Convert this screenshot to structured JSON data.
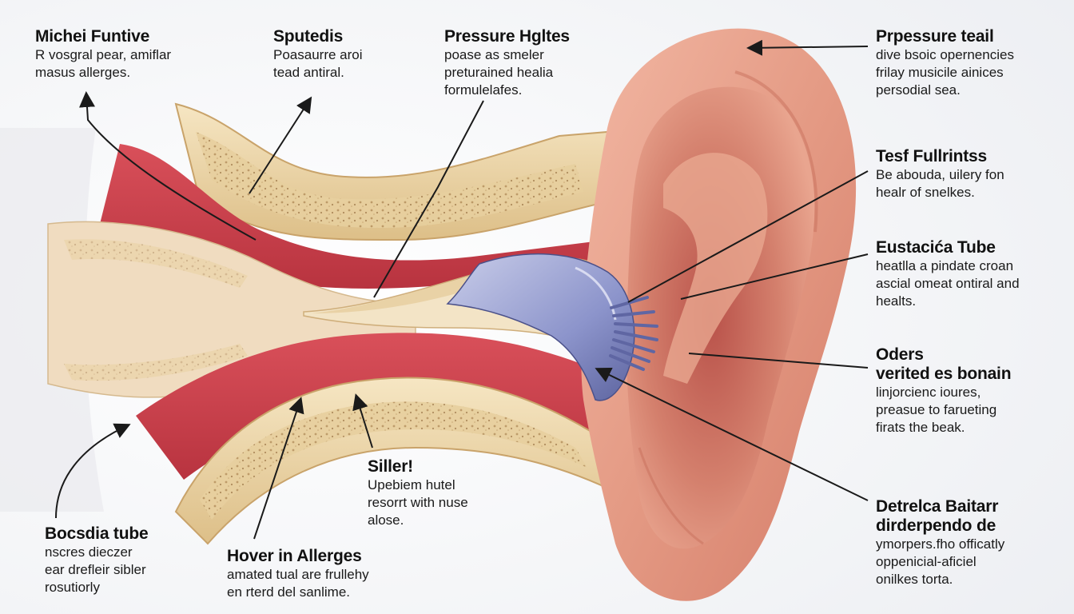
{
  "labels": {
    "top_left": {
      "title": "Michei Funtive",
      "lines": [
        "R vosgral pear, amiflar",
        "masus allerges."
      ]
    },
    "top_second": {
      "title": "Sputedis",
      "lines": [
        "Poasaurre aroi",
        "tead antiral."
      ]
    },
    "top_center": {
      "title": "Pressure Hgltes",
      "lines": [
        "poase as smeler",
        "preturained healia",
        "formulelafes."
      ]
    },
    "top_right": {
      "title": "Prpessure teail",
      "lines": [
        "dive bsoic opernencies",
        "frilay musicile ainices",
        "persodial sea."
      ]
    },
    "right_1": {
      "title": "Tesf Fullrintss",
      "lines": [
        "Be abouda, uilery fon",
        "healr of snelkes."
      ]
    },
    "right_2": {
      "title": "Eustacića Tube",
      "lines": [
        "heatlla a pindate croan",
        "ascial omeat ontiral and",
        "healts."
      ]
    },
    "right_3": {
      "title_lines": [
        "Oders",
        "verited es bonain"
      ],
      "lines": [
        "linjorcienc ioures,",
        "preasue to faruеting",
        "firats the beak."
      ]
    },
    "bottom_right": {
      "title_lines": [
        "Detrelca Baitarr",
        "dirderpendo de"
      ],
      "lines": [
        "ymorpers.fho officatly",
        "oppenicial-aficiel",
        "onilkes torta."
      ]
    },
    "bottom_left": {
      "title": "Bocsdia tube",
      "lines": [
        "nscres dieczer",
        "ear drefleir sibler",
        "rosutiorly"
      ]
    },
    "bottom_center": {
      "title": "Hover in Allerges",
      "lines": [
        "amated tual are frullehy",
        "en rterd del sanlime."
      ]
    },
    "middle_lower": {
      "title": "Siller!",
      "lines": [
        "Upebiem hutel",
        "resorrt with nuse",
        "alose."
      ]
    }
  },
  "colors": {
    "skin": "#e8a08a",
    "skin_dark": "#c8705c",
    "bone": "#efd9ad",
    "bone_dark": "#c9a36a",
    "flesh": "#c9404a",
    "membrane": "#8a93c8",
    "arrow": "#1a1a1a"
  }
}
